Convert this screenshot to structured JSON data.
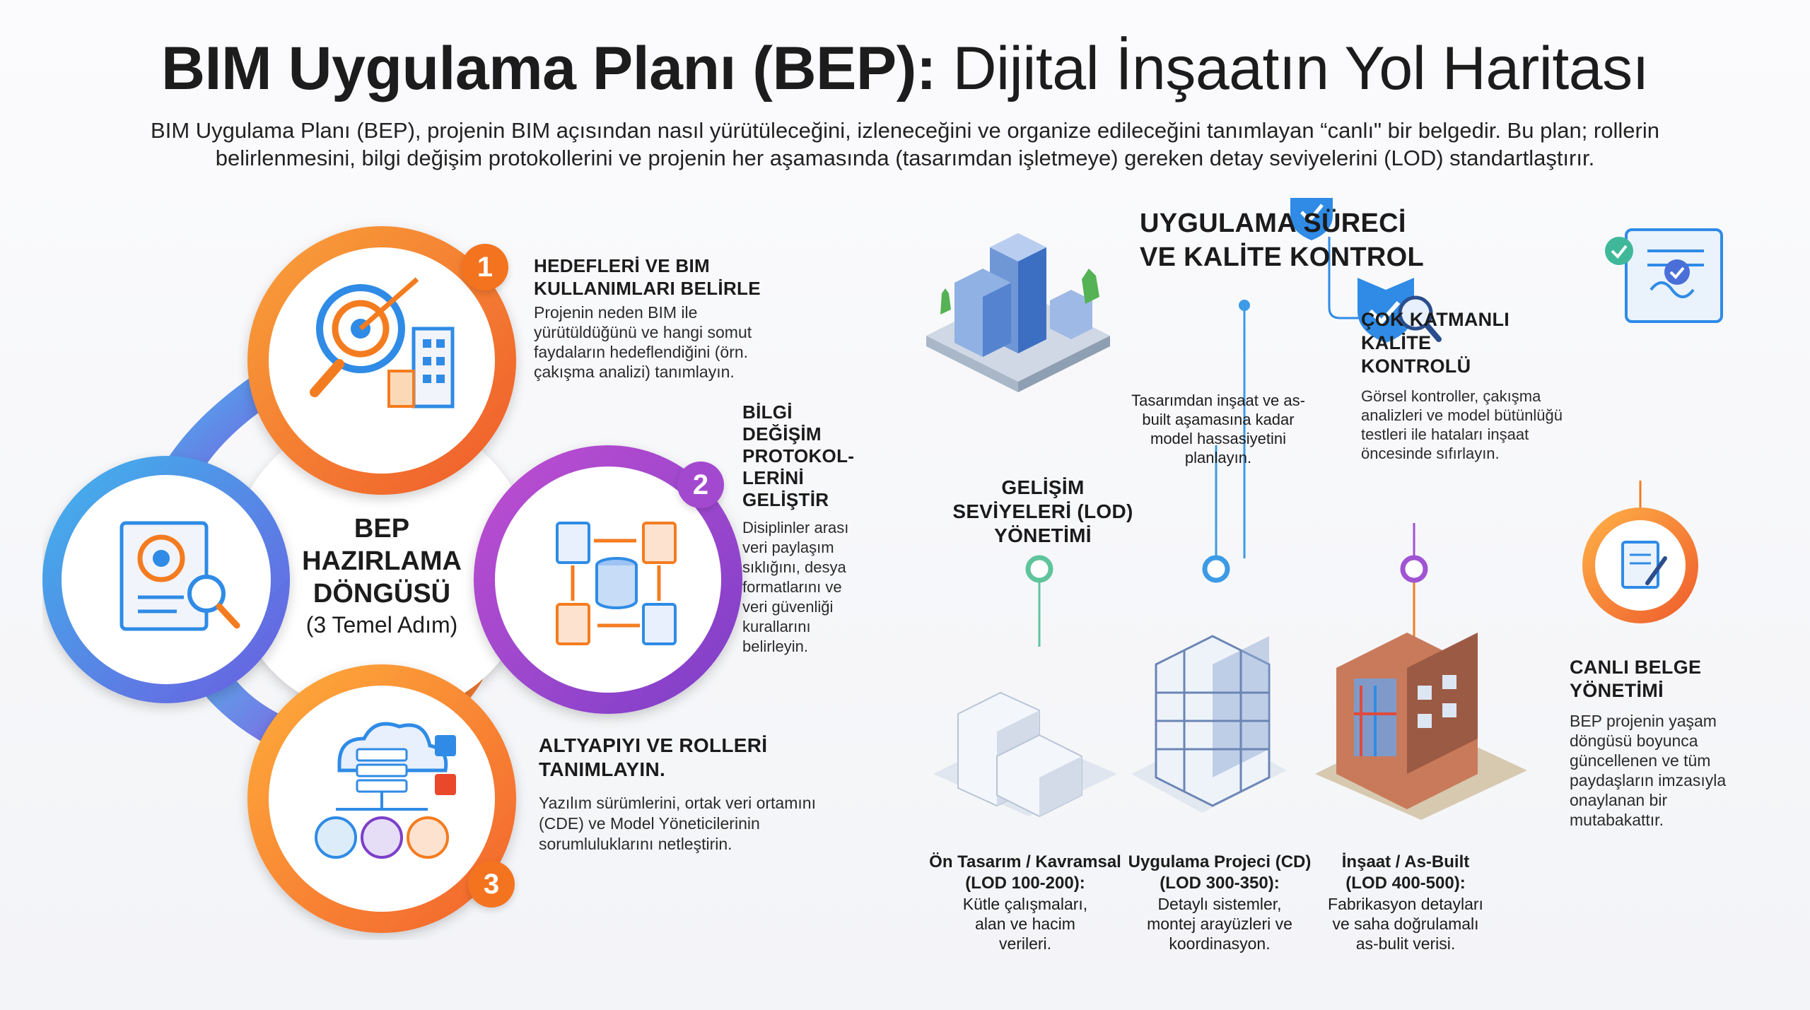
{
  "header": {
    "title_bold": "BIM Uygulama Planı (BEP):",
    "title_light": "Dijital İnşaatın Yol Haritası",
    "intro": "BIM Uygulama Planı (BEP), projenin BIM açısından nasıl yürütüleceğini, izleneceğini ve organize edileceğini tanımlayan “canlı\" bir belgedir. Bu plan; rollerin belirlenmesini, bilgi değişim protokollerini ve projenin her aşamasında (tasarımdan işletmeye) gereken detay seviyelerini (LOD) standartlaştırır."
  },
  "cycle": {
    "center_title": "BEP HAZIRLAMA DÖNGÜSÜ",
    "center_sub": "(3 Temel Adım)",
    "steps": [
      {
        "number": "1",
        "title": "HEDEFLERİ VE BIM KULLANIMLARI BELİRLE",
        "desc": "Projenin neden BIM ile yürütüldüğünü ve hangi somut faydaların hedeflendiğini (örn. çakışma analizi) tanımlayın.",
        "icon": "target-building-icon"
      },
      {
        "number": "2",
        "title": "BİLGİ DEĞİŞİM PROTOKOL-LERİNİ GELİŞTİR",
        "desc": "Disiplinler arası veri paylaşım sıklığını, desya formatlarını ve veri güvenliği kurallarını belirleyin.",
        "icon": "data-exchange-icon"
      },
      {
        "number": "3",
        "title": "ALTYAPIYI VE ROLLERİ TANIMLAYIN.",
        "desc": "Yazılım sürümlerini, ortak veri ortamını (CDE) ve Model Yöneticilerinin sorumluluklarını netleştirin.",
        "icon": "cloud-server-team-icon"
      }
    ]
  },
  "process": {
    "title": "UYGULAMA SÜRECİ VE KALİTE KONTROL",
    "lod_mgmt_title": "GELİŞİM SEVİYELERİ (LOD) YÖNETİMİ",
    "lod_mgmt_desc": "Tasarımdan inşaat ve as-built aşamasına kadar model hassasiyetini planlayın.",
    "qc_title": "ÇOK KATMANLI KALİTE KONTROLÜ",
    "qc_desc": "Görsel kontroller, çakışma analizleri ve model bütünlüğü testleri ile hataları inşaat öncesinde sıfırlayın.",
    "live_doc_title": "CANLI BELGE YÖNETİMİ",
    "live_doc_desc": "BEP projenin yaşam döngüsü boyunca güncellenen ve tüm paydaşların imzasıyla onaylanan bir mutabakattır.",
    "stages": [
      {
        "title": "Ön Tasarım / Kavramsal",
        "lod": "(LOD 100-200):",
        "desc": "Kütle çalışmaları, alan ve hacim verileri."
      },
      {
        "title": "Uygulama Projeci (CD)",
        "lod": "(LOD 300-350):",
        "desc": "Detaylı sistemler, montej arayüzleri ve koordinasyon."
      },
      {
        "title": "İnşaat / As-Built",
        "lod": "(LOD 400-500):",
        "desc": "Fabrikasyon detayları ve saha doğrulamalı as-bulit verisi."
      }
    ]
  },
  "colors": {
    "orange": "#f47c20",
    "purple": "#9a47c9",
    "blue": "#2f8be6",
    "teal": "#3fb89a",
    "dark_text": "#1c1c1c"
  }
}
